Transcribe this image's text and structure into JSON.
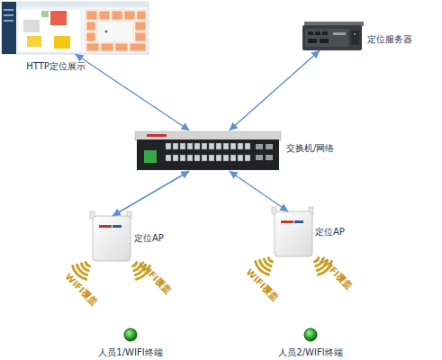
{
  "diagram": {
    "nodes": [
      {
        "text": [
          "HTTP定位展示"
        ]
      },
      {
        "text": [
          "定位服务器"
        ]
      },
      {
        "text": [
          "交换机/网络"
        ]
      },
      {
        "text": [
          "定位AP"
        ]
      },
      {
        "text": [
          "定位AP"
        ]
      },
      {
        "text": [
          "人员1/WIFI终端"
        ]
      },
      {
        "text": [
          "人员2/WIFI终端"
        ]
      }
    ],
    "edges": [
      {
        "from": 0,
        "to": 2,
        "arrow": "both"
      },
      {
        "from": 1,
        "to": 2,
        "arrow": "both"
      },
      {
        "from": 3,
        "to": 2,
        "arrow": "both"
      },
      {
        "from": 4,
        "to": 2,
        "arrow": "both"
      }
    ],
    "labels": [
      "WIFI覆盖",
      "WIFI覆盖",
      "WIFI覆盖",
      "WIFI覆盖"
    ]
  }
}
